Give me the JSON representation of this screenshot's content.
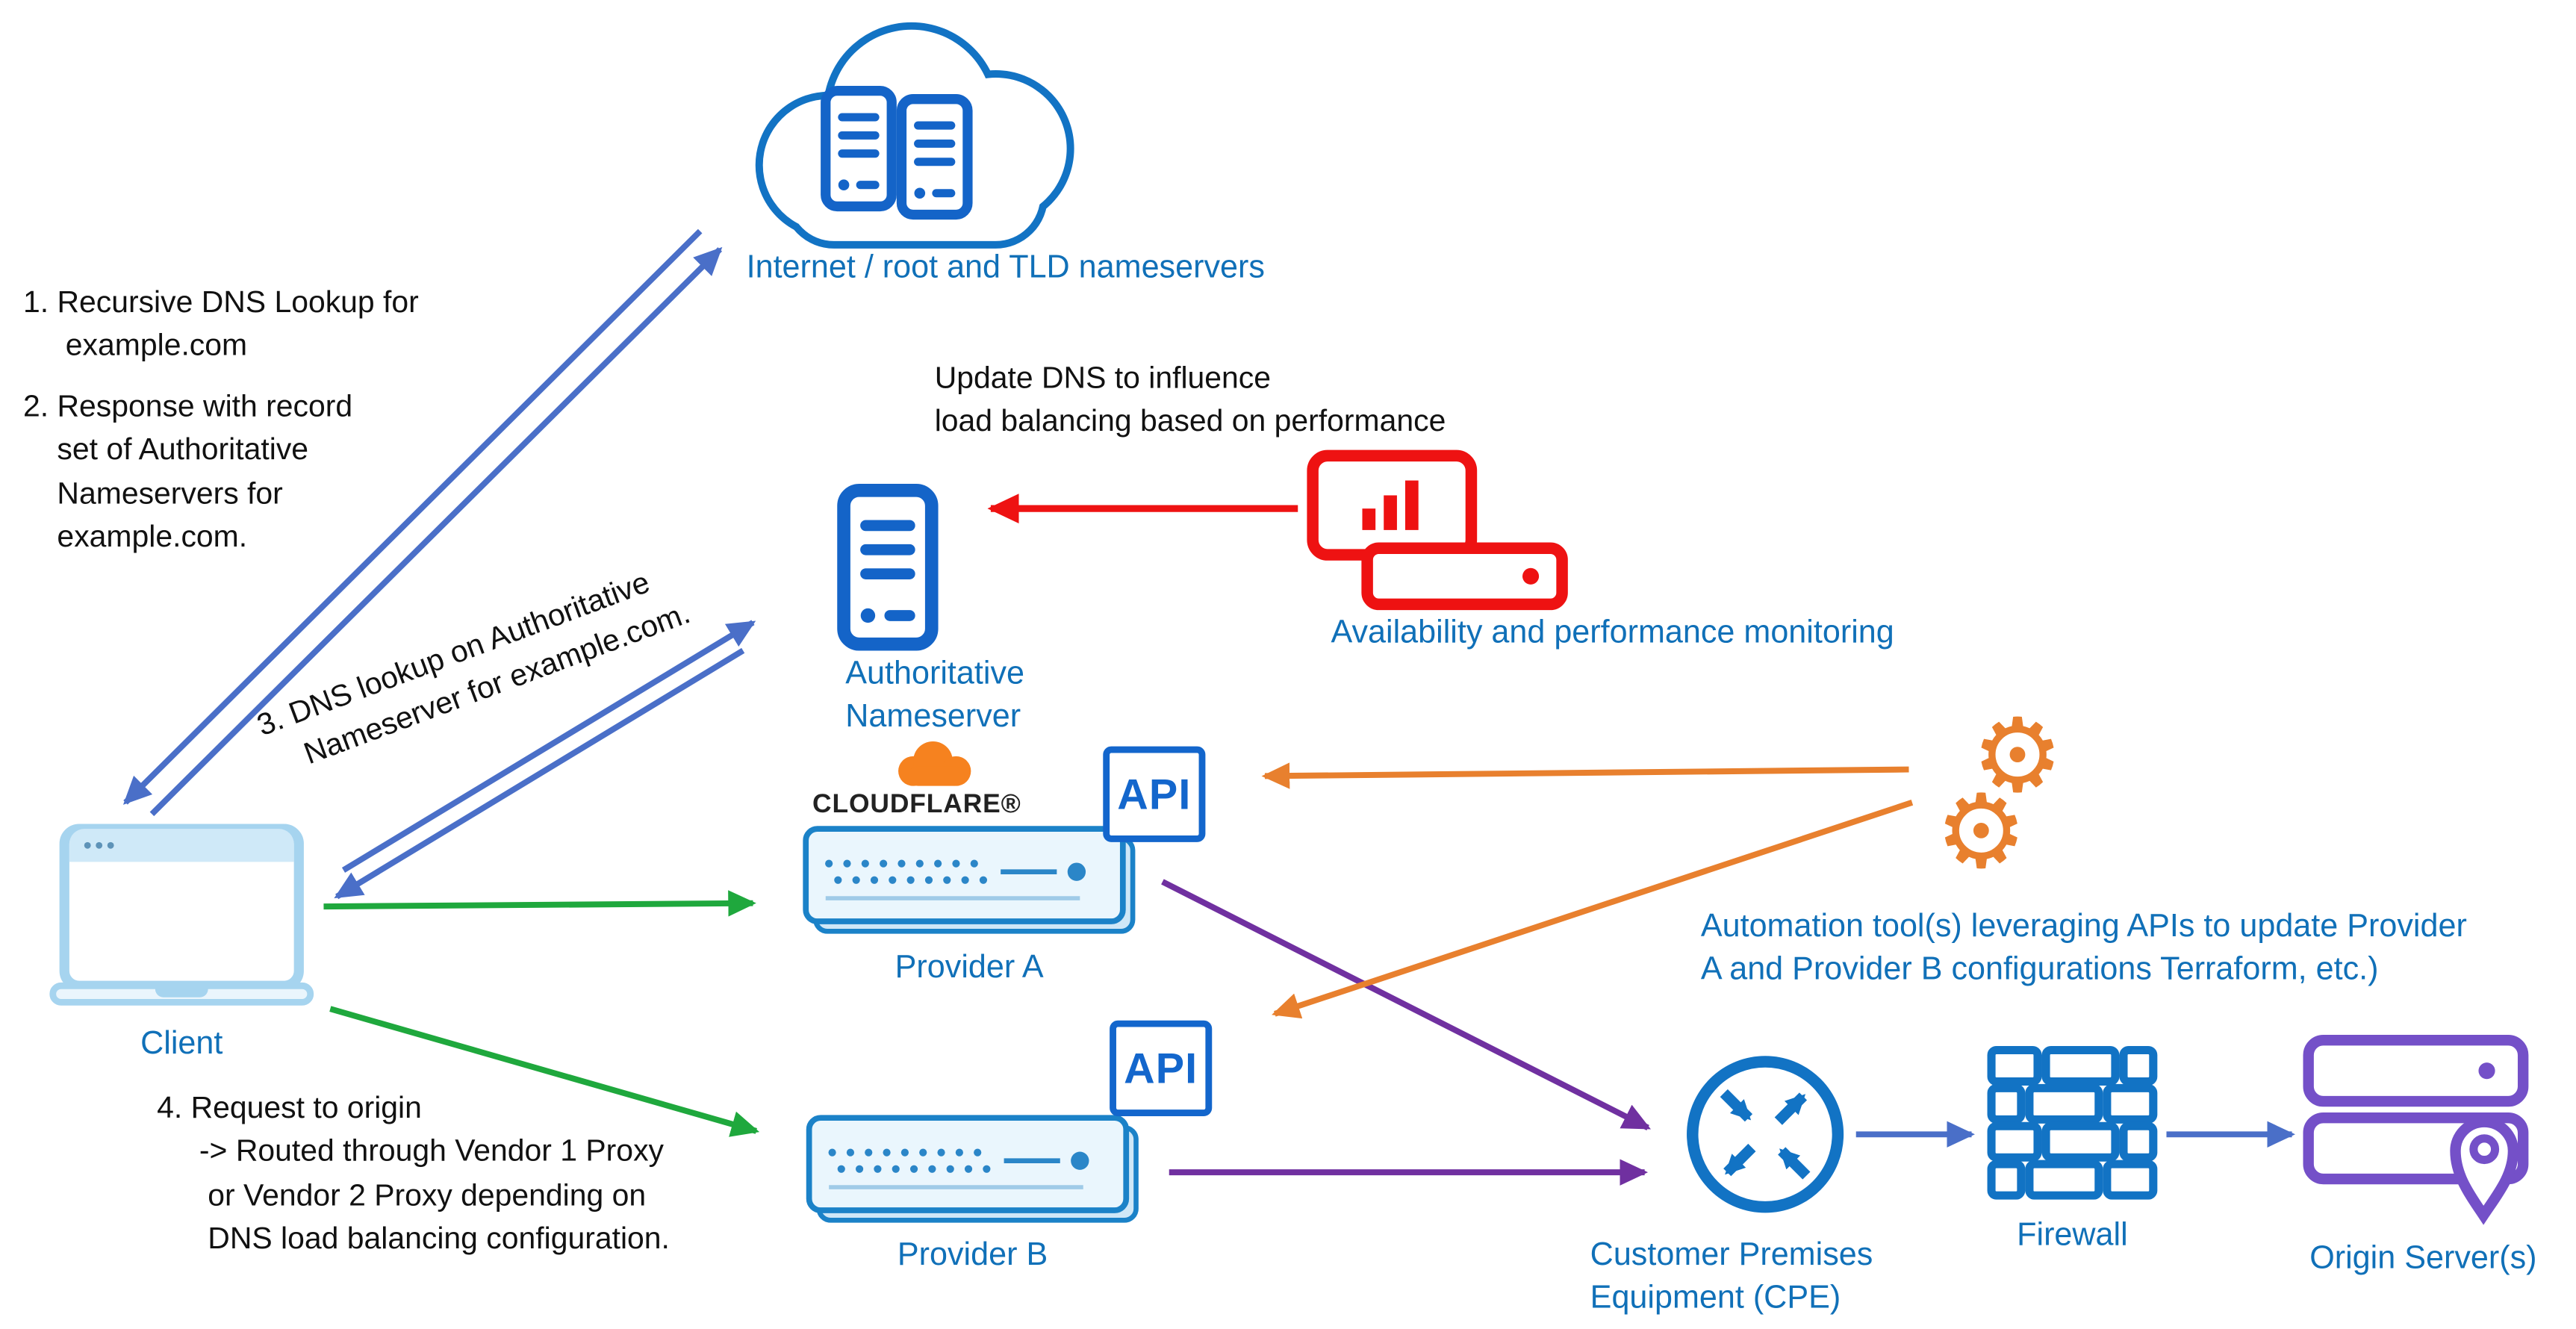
{
  "colors": {
    "label_blue": "#1070B8",
    "text_black": "#111111",
    "arrow_blue": "#4A6FC8",
    "arrow_red": "#EE1212",
    "arrow_green": "#1FA83D",
    "arrow_purple": "#7030A0",
    "arrow_orange": "#E8802E",
    "icon_blue": "#1273C4",
    "server_blue": "#1464C8",
    "origin_purple": "#7450C8",
    "cloudflare_orange": "#F6821F"
  },
  "icons": {
    "gear": "⚙"
  },
  "labels": {
    "internet": "Internet / root and TLD nameservers",
    "auth_ns": "Authoritative\nNameserver",
    "monitoring": "Availability and performance monitoring",
    "cloudflare": "CLOUDFLARE®",
    "api": "API",
    "provider_a": "Provider A",
    "provider_b": "Provider B",
    "client": "Client",
    "automation": "Automation tool(s)  leveraging APIs to update Provider\nA and Provider B configurations Terraform, etc.)",
    "cpe": "Customer Premises\nEquipment (CPE)",
    "firewall": "Firewall",
    "origin": "Origin Server(s)"
  },
  "annotations": {
    "step1": "1. Recursive DNS Lookup for\n     example.com",
    "step2": "2. Response with record\n    set of Authoritative\n    Nameservers for\n    example.com.",
    "step3": "3. DNS lookup on Authoritative\n    Nameserver for example.com.",
    "update_dns": "Update DNS to influence\nload balancing based on performance",
    "step4": "4. Request to origin\n     -> Routed through Vendor 1 Proxy\n      or Vendor 2 Proxy depending on\n      DNS load balancing configuration."
  }
}
